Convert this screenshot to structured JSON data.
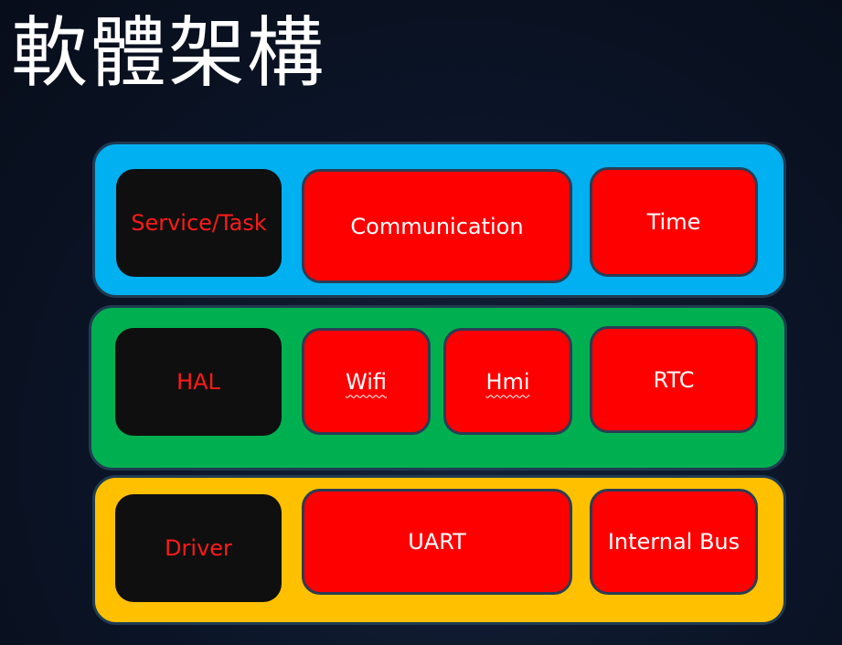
{
  "title": "軟體架構",
  "colors": {
    "background": "#0b1426",
    "service_layer": "#00b0f0",
    "hal_layer": "#00b050",
    "driver_layer": "#ffc000",
    "module": "#ff0000",
    "label_box": "#0f0f0f",
    "label_text": "#ff1a1a"
  },
  "layers": {
    "service": {
      "label": "Service/Task",
      "modules": [
        "Communication",
        "Time"
      ]
    },
    "hal": {
      "label": "HAL",
      "modules": [
        "Wifi",
        "Hmi",
        "RTC"
      ]
    },
    "driver": {
      "label": "Driver",
      "modules": [
        "UART",
        "Internal Bus"
      ]
    }
  }
}
